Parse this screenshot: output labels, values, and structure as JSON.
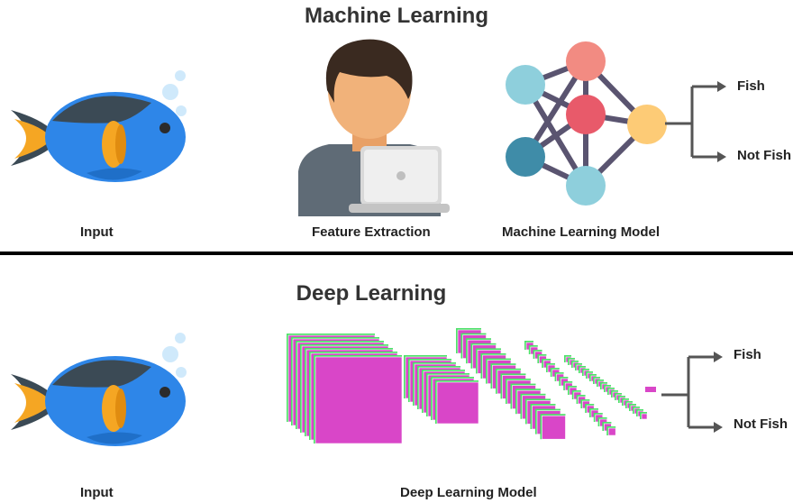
{
  "machine_learning": {
    "title": "Machine Learning",
    "input_label": "Input",
    "feature_label": "Feature Extraction",
    "model_label": "Machine Learning Model",
    "outputs": [
      "Fish",
      "Not Fish"
    ]
  },
  "deep_learning": {
    "title": "Deep Learning",
    "input_label": "Input",
    "model_label": "Deep Learning Model",
    "outputs": [
      "Fish",
      "Not Fish"
    ]
  },
  "colors": {
    "fish_blue": "#2e86e8",
    "fish_dark": "#3b4a55",
    "fin_orange": "#f5a623",
    "node_salmon": "#f28b82",
    "node_red": "#e85a6a",
    "node_teal": "#8ecfdc",
    "node_dark_teal": "#3f8ca8",
    "node_orange": "#fdcb76",
    "edge_purple": "#5a5470",
    "layer_magenta": "#d946c8",
    "layer_green": "#4ee06a",
    "arrow_gray": "#555555"
  }
}
